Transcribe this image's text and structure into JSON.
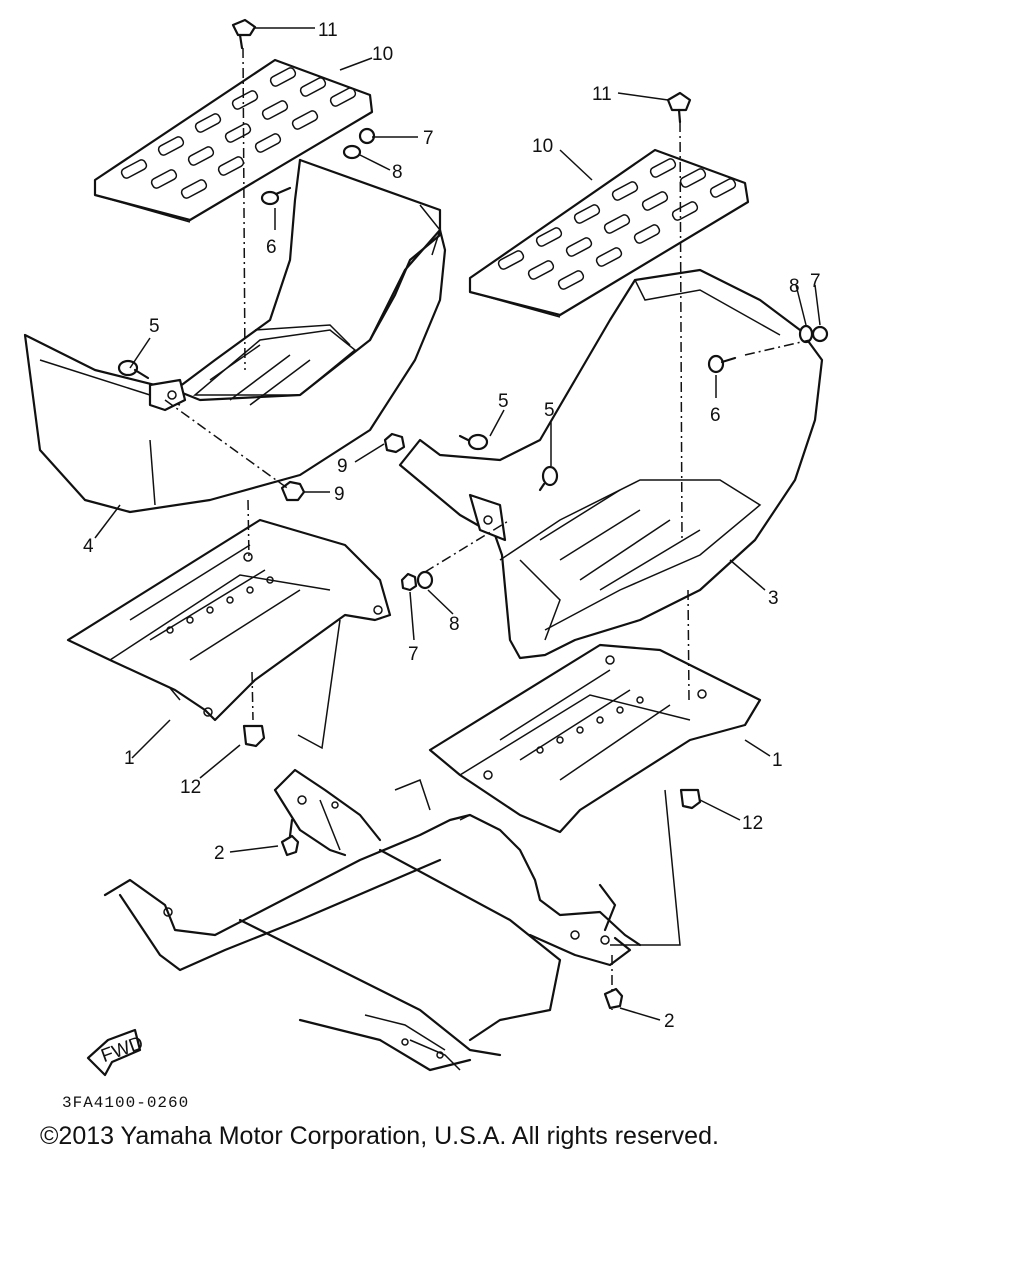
{
  "diagram": {
    "callouts": [
      {
        "id": "left-11",
        "label": "11"
      },
      {
        "id": "left-10",
        "label": "10"
      },
      {
        "id": "left-7",
        "label": "7"
      },
      {
        "id": "left-8",
        "label": "8"
      },
      {
        "id": "left-6",
        "label": "6"
      },
      {
        "id": "left-5",
        "label": "5"
      },
      {
        "id": "left-9",
        "label": "9"
      },
      {
        "id": "left-4",
        "label": "4"
      },
      {
        "id": "left-1",
        "label": "1"
      },
      {
        "id": "left-12",
        "label": "12"
      },
      {
        "id": "left-2",
        "label": "2"
      },
      {
        "id": "right-11",
        "label": "11"
      },
      {
        "id": "right-10",
        "label": "10"
      },
      {
        "id": "right-8",
        "label": "8"
      },
      {
        "id": "right-7",
        "label": "7"
      },
      {
        "id": "right-6",
        "label": "6"
      },
      {
        "id": "right-5a",
        "label": "5"
      },
      {
        "id": "right-5b",
        "label": "5"
      },
      {
        "id": "right-9",
        "label": "9"
      },
      {
        "id": "right-3",
        "label": "3"
      },
      {
        "id": "right-8b",
        "label": "8"
      },
      {
        "id": "right-7b",
        "label": "7"
      },
      {
        "id": "right-1",
        "label": "1"
      },
      {
        "id": "right-12",
        "label": "12"
      },
      {
        "id": "right-2",
        "label": "2"
      }
    ],
    "fwd_label": "FWD",
    "part_code": "3FA4100-0260",
    "copyright": "©2013 Yamaha Motor Corporation, U.S.A. All rights reserved."
  }
}
